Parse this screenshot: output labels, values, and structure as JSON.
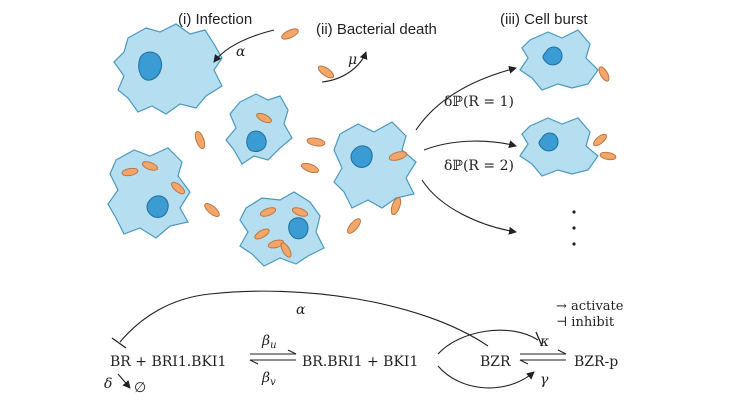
{
  "stages": {
    "infection": "(i) Infection",
    "death": "(ii) Bacterial death",
    "burst": "(iii) Cell burst"
  },
  "rates": {
    "alpha": "α",
    "mu": "μ",
    "burst1": "δℙ(R = 1)",
    "burst2": "δℙ(R = 2)"
  },
  "network": {
    "left_species": "BR + BRI1.BKI1",
    "middle_species": "BR.BRI1 + BKI1",
    "bzr": "BZR",
    "bzr_p": "BZR-p",
    "beta_u": "β",
    "beta_u_sub": "u",
    "beta_v": "β",
    "beta_v_sub": "v",
    "alpha": "α",
    "kappa": "κ",
    "gamma": "γ",
    "delta": "δ",
    "empty_set": "∅"
  },
  "legend": {
    "activate": "→ activate",
    "inhibit": "⊣ inhibit"
  }
}
